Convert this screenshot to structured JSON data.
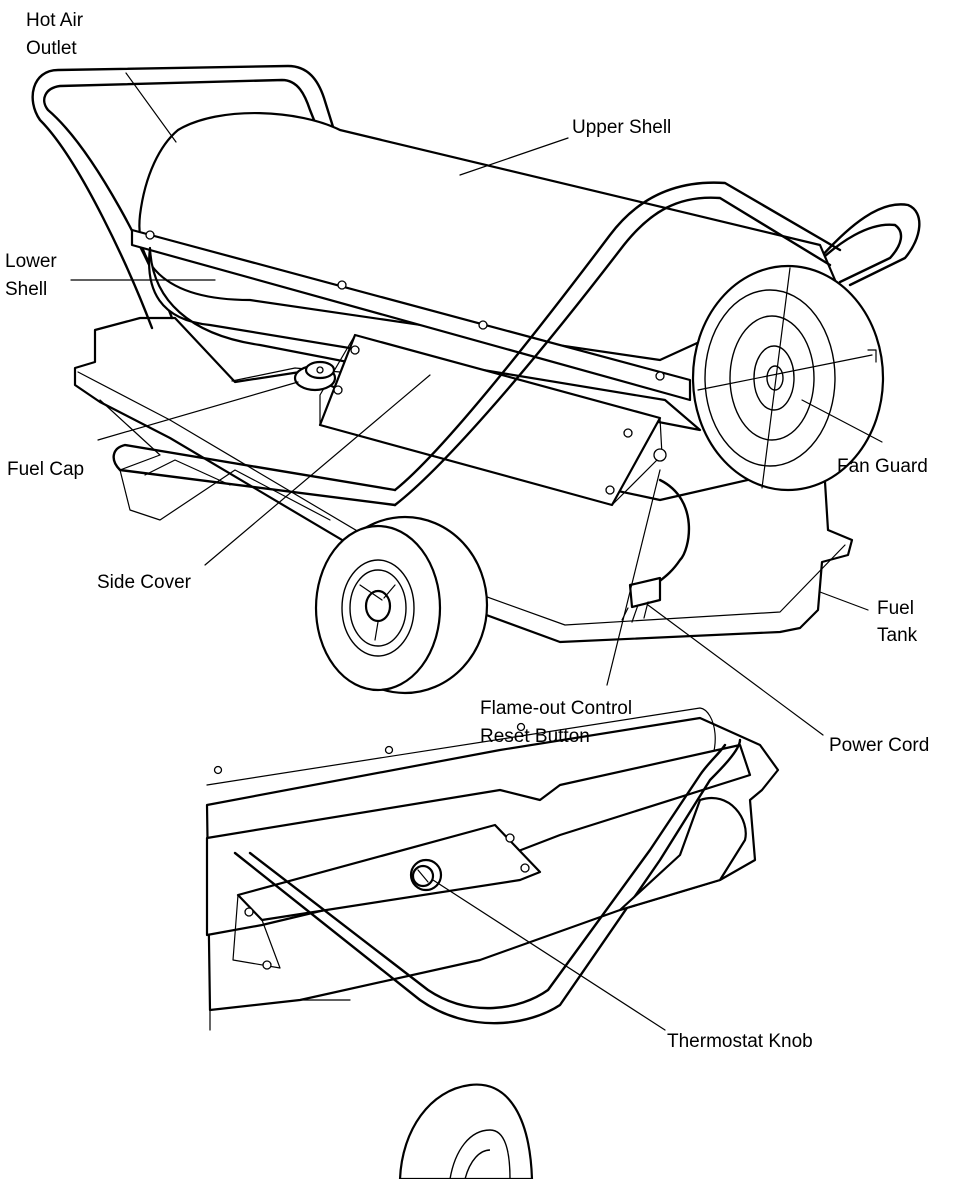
{
  "labels": {
    "hot_air_outlet": [
      "Hot Air",
      "Outlet"
    ],
    "upper_shell": "Upper Shell",
    "lower_shell": [
      "Lower",
      "Shell"
    ],
    "fuel_cap": "Fuel Cap",
    "side_cover": "Side Cover",
    "fan_guard": "Fan Guard",
    "fuel_tank": [
      "Fuel",
      "Tank"
    ],
    "flame_out": [
      "Flame-out Control",
      "Reset Button"
    ],
    "power_cord": "Power Cord",
    "thermostat_knob": "Thermostat Knob"
  },
  "colors": {
    "ink": "#000000",
    "paper": "#ffffff"
  }
}
